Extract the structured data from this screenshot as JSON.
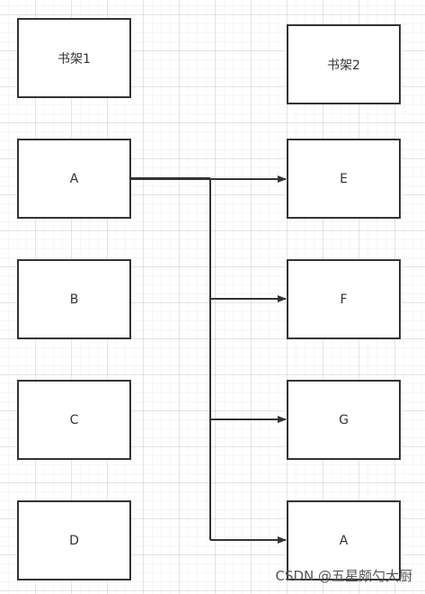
{
  "diagram": {
    "left_column": {
      "header": "书架1",
      "items": [
        "A",
        "B",
        "C",
        "D"
      ]
    },
    "right_column": {
      "header": "书架2",
      "items": [
        "E",
        "F",
        "G",
        "A"
      ]
    },
    "connections": [
      {
        "from": "A",
        "to": [
          "E",
          "F",
          "G",
          "A"
        ]
      }
    ]
  },
  "watermark": "CSDN @五星颇勺大厨",
  "colors": {
    "stroke": "#333333",
    "text": "#333333",
    "background": "#ffffff"
  }
}
